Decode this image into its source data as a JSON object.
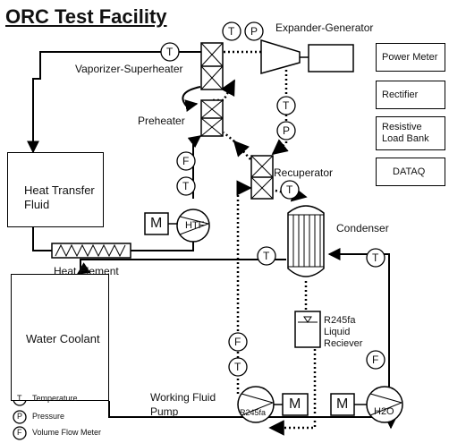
{
  "title": "ORC Test Facility",
  "labels": {
    "expander_generator": "Expander-Generator",
    "vaporizer_superheater": "Vaporizer-Superheater",
    "preheater": "Preheater",
    "recuperator": "Recuperator",
    "condenser": "Condenser",
    "heat_element": "Heat Element",
    "working_fluid_pump": "Working Fluid Pump",
    "receiver": "R245fa Liquid Reciever"
  },
  "blocks": {
    "heat_transfer_fluid": "Heat Transfer Fluid",
    "water_coolant": "Water Coolant"
  },
  "equipment_boxes": [
    "Power Meter",
    "Rectifier",
    "Resistive Load Bank",
    "DATAQ"
  ],
  "symbols": {
    "temperature": "T",
    "pressure": "P",
    "flow": "F",
    "motor": "M"
  },
  "pumps": {
    "htf": "HTF",
    "r245fa": "R245fa",
    "h2o": "H2O"
  },
  "legend": [
    {
      "symbol": "T",
      "text": "Temperature"
    },
    {
      "symbol": "P",
      "text": "Pressure"
    },
    {
      "symbol": "F",
      "text": "Volume Flow Meter"
    }
  ]
}
